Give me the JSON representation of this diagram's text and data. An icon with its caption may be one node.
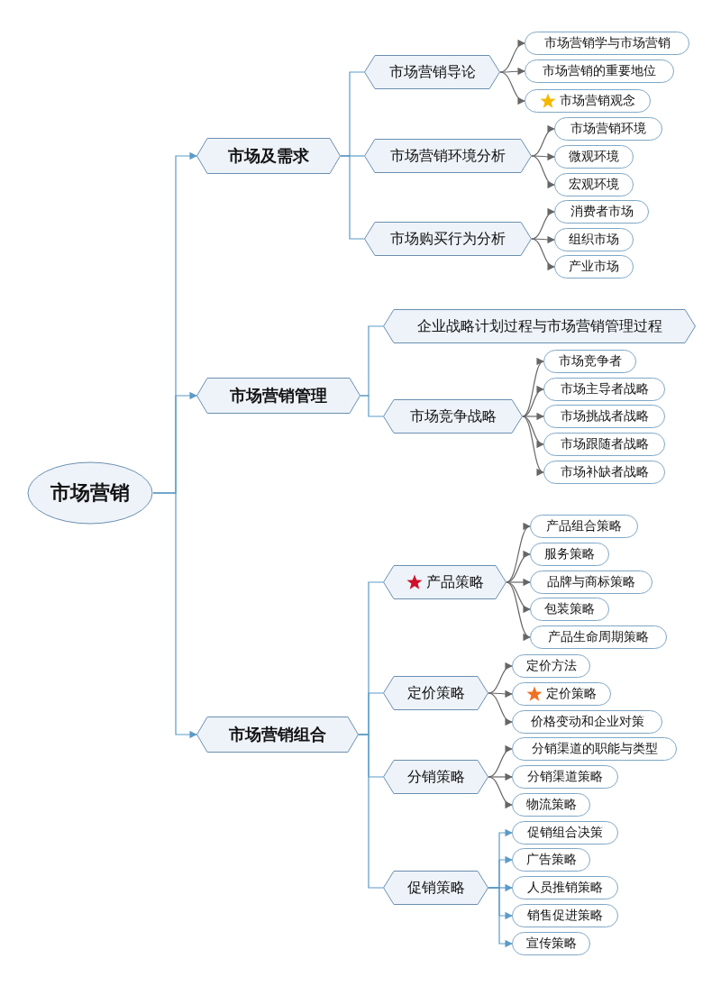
{
  "diagram": {
    "nodes": [
      {
        "text": [
          "市场营销"
        ]
      },
      {
        "text": [
          "市场及需求"
        ]
      },
      {
        "text": [
          "市场营销导论"
        ]
      },
      {
        "text": [
          "市场营销学与市场营销"
        ]
      },
      {
        "text": [
          "市场营销的重要地位"
        ]
      },
      {
        "text": [
          "市场营销观念"
        ]
      },
      {
        "text": [
          "市场营销环境分析"
        ]
      },
      {
        "text": [
          "市场营销环境"
        ]
      },
      {
        "text": [
          "微观环境"
        ]
      },
      {
        "text": [
          "宏观环境"
        ]
      },
      {
        "text": [
          "市场购买行为分析"
        ]
      },
      {
        "text": [
          "消费者市场"
        ]
      },
      {
        "text": [
          "组织市场"
        ]
      },
      {
        "text": [
          "产业市场"
        ]
      },
      {
        "text": [
          "市场营销管理"
        ]
      },
      {
        "text": [
          "企业战略计划过程与市场营销管理过程"
        ]
      },
      {
        "text": [
          "市场竞争战略"
        ]
      },
      {
        "text": [
          "市场竞争者"
        ]
      },
      {
        "text": [
          "市场主导者战略"
        ]
      },
      {
        "text": [
          "市场挑战者战略"
        ]
      },
      {
        "text": [
          "市场跟随者战略"
        ]
      },
      {
        "text": [
          "市场补缺者战略"
        ]
      },
      {
        "text": [
          "市场营销组合"
        ]
      },
      {
        "text": [
          "产品策略"
        ]
      },
      {
        "text": [
          "产品组合策略"
        ]
      },
      {
        "text": [
          "服务策略"
        ]
      },
      {
        "text": [
          "品牌与商标策略"
        ]
      },
      {
        "text": [
          "包装策略"
        ]
      },
      {
        "text": [
          "产品生命周期策略"
        ]
      },
      {
        "text": [
          "定价策略"
        ]
      },
      {
        "text": [
          "定价方法"
        ]
      },
      {
        "text": [
          "定价策略"
        ]
      },
      {
        "text": [
          "价格变动和企业对策"
        ]
      },
      {
        "text": [
          "分销策略"
        ]
      },
      {
        "text": [
          "分销渠道的职能与类型"
        ]
      },
      {
        "text": [
          "分销渠道策略"
        ]
      },
      {
        "text": [
          "物流策略"
        ]
      },
      {
        "text": [
          "促销策略"
        ]
      },
      {
        "text": [
          "促销组合决策"
        ]
      },
      {
        "text": [
          "广告策略"
        ]
      },
      {
        "text": [
          "人员推销策略"
        ]
      },
      {
        "text": [
          "销售促进策略"
        ]
      },
      {
        "text": [
          "宣传策略"
        ]
      }
    ],
    "edges": [
      {
        "from": 0,
        "to": 1,
        "arrow": "to",
        "color": "#5b9bc8"
      },
      {
        "from": 0,
        "to": 14,
        "arrow": "to",
        "color": "#5b9bc8"
      },
      {
        "from": 0,
        "to": 22,
        "arrow": "to",
        "color": "#5b9bc8"
      },
      {
        "from": 1,
        "to": 2,
        "arrow": "none",
        "color": "#5b9bc8"
      },
      {
        "from": 1,
        "to": 6,
        "arrow": "none",
        "color": "#5b9bc8"
      },
      {
        "from": 1,
        "to": 10,
        "arrow": "none",
        "color": "#5b9bc8"
      },
      {
        "from": 2,
        "to": 3,
        "arrow": "to"
      },
      {
        "from": 2,
        "to": 4,
        "arrow": "to"
      },
      {
        "from": 2,
        "to": 5,
        "arrow": "to"
      },
      {
        "from": 6,
        "to": 7,
        "arrow": "to"
      },
      {
        "from": 6,
        "to": 8,
        "arrow": "to"
      },
      {
        "from": 6,
        "to": 9,
        "arrow": "to"
      },
      {
        "from": 10,
        "to": 11,
        "arrow": "to"
      },
      {
        "from": 10,
        "to": 12,
        "arrow": "to"
      },
      {
        "from": 10,
        "to": 13,
        "arrow": "to"
      },
      {
        "from": 14,
        "to": 15,
        "arrow": "none",
        "color": "#5b9bc8"
      },
      {
        "from": 14,
        "to": 16,
        "arrow": "none",
        "color": "#5b9bc8"
      },
      {
        "from": 16,
        "to": 17,
        "arrow": "to"
      },
      {
        "from": 16,
        "to": 18,
        "arrow": "to"
      },
      {
        "from": 16,
        "to": 19,
        "arrow": "to"
      },
      {
        "from": 16,
        "to": 20,
        "arrow": "to"
      },
      {
        "from": 16,
        "to": 21,
        "arrow": "to"
      },
      {
        "from": 22,
        "to": 23,
        "arrow": "none",
        "color": "#5b9bc8"
      },
      {
        "from": 22,
        "to": 29,
        "arrow": "none",
        "color": "#5b9bc8"
      },
      {
        "from": 22,
        "to": 33,
        "arrow": "none",
        "color": "#5b9bc8"
      },
      {
        "from": 22,
        "to": 37,
        "arrow": "none",
        "color": "#5b9bc8"
      },
      {
        "from": 23,
        "to": 24,
        "arrow": "to"
      },
      {
        "from": 23,
        "to": 25,
        "arrow": "to"
      },
      {
        "from": 23,
        "to": 26,
        "arrow": "to"
      },
      {
        "from": 23,
        "to": 27,
        "arrow": "to"
      },
      {
        "from": 23,
        "to": 28,
        "arrow": "to"
      },
      {
        "from": 29,
        "to": 30,
        "arrow": "to"
      },
      {
        "from": 29,
        "to": 31,
        "arrow": "to"
      },
      {
        "from": 29,
        "to": 32,
        "arrow": "to"
      },
      {
        "from": 33,
        "to": 34,
        "arrow": "to"
      },
      {
        "from": 33,
        "to": 35,
        "arrow": "to"
      },
      {
        "from": 33,
        "to": 36,
        "arrow": "to"
      },
      {
        "from": 37,
        "to": 38,
        "arrow": "to",
        "color": "#5b9bc8"
      },
      {
        "from": 37,
        "to": 39,
        "arrow": "to",
        "color": "#5b9bc8"
      },
      {
        "from": 37,
        "to": 40,
        "arrow": "to",
        "color": "#5b9bc8"
      },
      {
        "from": 37,
        "to": 41,
        "arrow": "to",
        "color": "#5b9bc8"
      },
      {
        "from": 37,
        "to": 42,
        "arrow": "to",
        "color": "#5b9bc8"
      }
    ]
  }
}
